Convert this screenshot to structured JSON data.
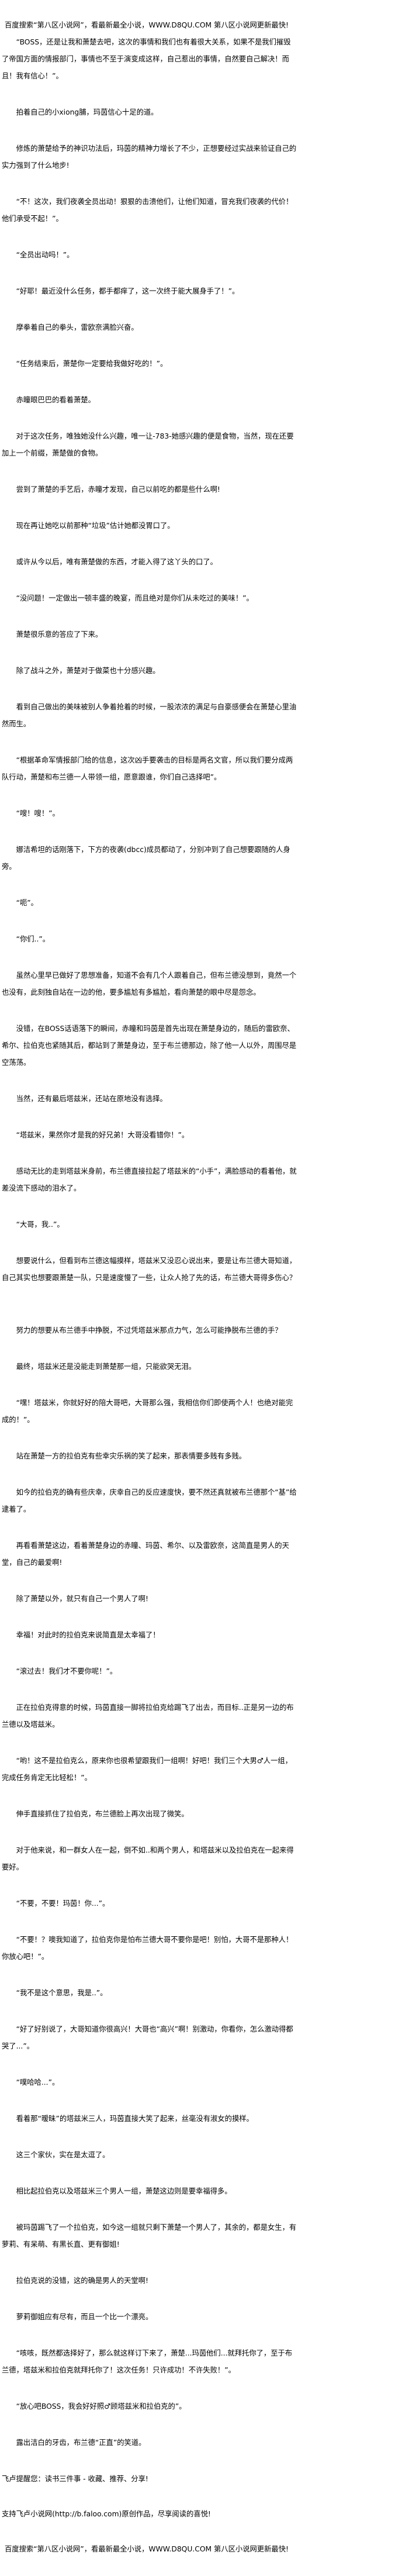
{
  "banner_top": "百度搜索“第八区小说网”，看最新最全小说，WWW.D8QU.COM   第八区小说网更新最快!",
  "paragraphs": [
    "“BOSS，还是让我和萧楚去吧，这次的事情和我们也有着很大关系，如果不是我们摧毁了帝国方面的情报部门，事情也不至于演变成这样，自己惹出的事情，自然要自己解决！而且！我有信心！”。",
    "拍着自己的小xiong脯，玛茵信心十足的道。",
    "修炼的萧楚给予的神识功法后，玛茵的精神力增长了不少，正想要经过实战来验证自己的实力强到了什么地步!",
    "“不！这次，我们夜袭全员出动！狠狠的击溃他们，让他们知道，冒充我们夜袭的代价！他们承受不起！”。",
    "“全员出动吗！”。",
    "“好耶！最近没什么任务，都手都痒了，这一次终于能大展身手了！”。",
    "摩拳着自己的拳头，雷欧奈满脸兴奋。",
    "“任务结束后，萧楚你一定要给我做好吃的！”。",
    "赤瞳眼巴巴的看着萧楚。",
    "对于这次任务，唯独她没什么兴趣，唯一让-783-她感兴趣的便是食物，当然，现在还要加上一个前缀，萧楚做的食物。",
    "尝到了萧楚的手艺后，赤瞳才发现，自己以前吃的都是些什么啊!",
    "现在再让她吃以前那种“垃圾”估计她都没胃口了。",
    "或许从今以后，唯有萧楚做的东西，才能入得了这丫头的口了。",
    "“没问题！一定做出一顿丰盛的晚宴，而且绝对是你们从未吃过的美味！”。",
    "萧楚很乐意的答应了下来。",
    "除了战斗之外，萧楚对于做菜也十分感兴趣。",
    "看到自己做出的美味被别人争着抢着的时候，一股浓浓的满足与自豪感便会在萧楚心里油然而生。",
    "“根据革命军情报部门给的信息，这次凶手要袭击的目标是两名文官，所以我们要分成两队行动，萧楚和布兰德一人带领一组，愿意跟谁，你们自己选择吧”。",
    "“嗖！嗖！”。",
    "娜洁希坦的话刚落下，下方的夜袭(dbcc)成员都动了，分别冲到了自己想要跟随的人身旁。",
    "“呃”。",
    "“你们..”。",
    "虽然心里早已做好了思想准备，知道不会有几个人跟着自己，但布兰德没想到，竟然一个也没有，此刻独自站在一边的他，要多尴尬有多尴尬，看向萧楚的眼中尽是怨念。",
    "没错，在BOSS话语落下的瞬间，赤瞳和玛茵是首先出现在萧楚身边的，随后的雷欧奈、希尔、拉伯克也紧随其后，都站到了萧楚身边，至于布兰德那边，除了他一人以外，周围尽是空荡荡。",
    "当然，还有最后塔兹米，还站在原地没有选择。",
    "“塔兹米，果然你才是我的好兄弟！大哥没看错你！”。",
    "感动无比的走到塔兹米身前，布兰德直接拉起了塔兹米的“小手”，满脸感动的看着他，就差没流下感动的泪水了。",
    "“大哥，我..”。",
    "想要说什么，但看到布兰德这幅摸样，塔兹米又没忍心说出来，要是让布兰德大哥知道，自己其实也想要跟萧楚一队，只是速度慢了一些，让众人抢了先的话，布兰德大哥得多伤心？",
    "努力的想要从布兰德手中挣脱，不过凭塔兹米那点力气，怎么可能挣脱布兰德的手？",
    "最终，塔兹米还是没能走到萧楚那一组，只能欲哭无泪。",
    "“嘿！塔兹米，你就好好的陪大哥吧，大哥那么强，我相信你们即使两个人！也绝对能完成的！”。",
    "站在萧楚一方的拉伯克有些幸灾乐祸的笑了起来，那表情要多贱有多贱。",
    "如今的拉伯克的确有些庆幸，庆幸自己的反应速度快，要不然还真就被布兰德那个“基”给逮着了。",
    "再看看萧楚这边，看着萧楚身边的赤瞳、玛茵、希尔、以及雷欧奈，这简直是男人的天堂，自己的最爱啊!",
    "除了萧楚以外，就只有自己一个男人了啊!",
    "幸福！对此时的拉伯克来说简直是太幸福了！",
    "“滚过去！我们才不要你呢！”。",
    "正在拉伯克得意的时候，玛茵直接一脚将拉伯克给踢飞了出去，而目标..正是另一边的布兰德以及塔兹米。",
    "“哟！这不是拉伯克么，原来你也很希望跟我们一组啊！好吧！我们三个大男♂人一组，完成任务肯定无比轻松！”。",
    "伸手直接抓住了拉伯克，布兰德脸上再次出现了微笑。",
    "对于他来说，和一群女人在一起，倒不如..和两个男人，和塔兹米以及拉伯克在一起来得要好。",
    "“不要，不要！玛茵！你...”。",
    "“不要！？噢我知道了，拉伯克你是怕布兰德大哥不要你是吧！别怕，大哥不是那种人！你放心吧！”。",
    "“我不是这个意思，我是..”。",
    "“好了好别说了，大哥知道你很高兴！大哥也“高兴”啊！别激动，你看你，怎么激动得都哭了...”。",
    "“噗哈哈...”。",
    "看着那“暧昧”的塔兹米三人，玛茵直接大笑了起来，丝毫没有淑女的摸样。",
    "这三个家伙，实在是太逗了。",
    "相比起拉伯克以及塔兹米三个男人一组，萧楚这边则是要幸福得多。",
    "被玛茵踢飞了一个拉伯克，如今这一组就只剩下萧楚一个男人了，其余的，都是女生，有萝莉、有呆萌、有黑长直、更有御姐!",
    "拉伯克说的没错，这的确是男人的天堂啊!",
    "萝莉御姐应有尽有，而且一个比一个漂亮。",
    "“咳咳，既然都选择好了，那么就这样订下来了，萧楚...玛茵他们...就拜托你了，至于布兰德，塔兹米和拉伯克就拜托你了！这次任务！只许成功！不许失败！”。",
    "“放心吧BOSS，我会好好照♂顾塔兹米和拉伯克的”。",
    "露出洁白的牙齿，布兰德“正直”的笑道。"
  ],
  "footer": {
    "reminder": "飞卢提醒您：读书三件事 - 收藏、推荐、分享!",
    "support": "支持飞卢小说网(http://b.faloo.com)原创作品，尽享阅读的喜悦!",
    "banner_bottom": "百度搜索“第八区小说网”，看最新最全小说，WWW.D8QU.COM   第八区小说网更新最快!"
  }
}
